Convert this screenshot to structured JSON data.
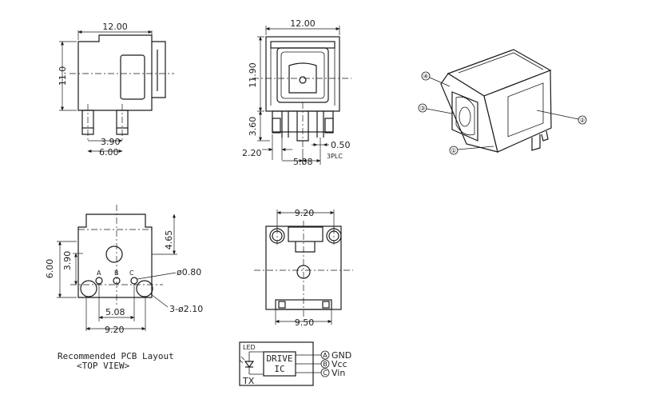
{
  "front_view": {
    "width": "12.00",
    "height": "11.0",
    "pin_spacing": "3.90",
    "pin_span": "6.00"
  },
  "side_view": {
    "width": "12.00",
    "height": "11.90",
    "lead_length": "3.60",
    "standoff": "2.20",
    "pitch": "5.08",
    "lead_width": "0.50",
    "lead_width_note": "3PLC"
  },
  "perspective": {
    "callouts": [
      "①",
      "②",
      "③",
      "④"
    ]
  },
  "pcb_layout": {
    "height_total": "6.00",
    "height_pins": "3.90",
    "offset": "4.65",
    "pin_hole": "ø0.80",
    "mount_hole": "3-ø2.10",
    "pin_pitch": "5.08",
    "width": "9.20",
    "pin_labels": [
      "A",
      "B",
      "C"
    ],
    "title": "Recommended PCB Layout",
    "subtitle": "<TOP VIEW>"
  },
  "bottom_view": {
    "top_width": "9.20",
    "bottom_width": "9.50"
  },
  "schematic": {
    "led_label": "LED",
    "chip_line1": "DRIVE",
    "chip_line2": "IC",
    "tx_label": "TX",
    "pins": [
      {
        "letter": "A",
        "name": "GND"
      },
      {
        "letter": "B",
        "name": "Vcc"
      },
      {
        "letter": "C",
        "name": "Vin"
      }
    ]
  }
}
